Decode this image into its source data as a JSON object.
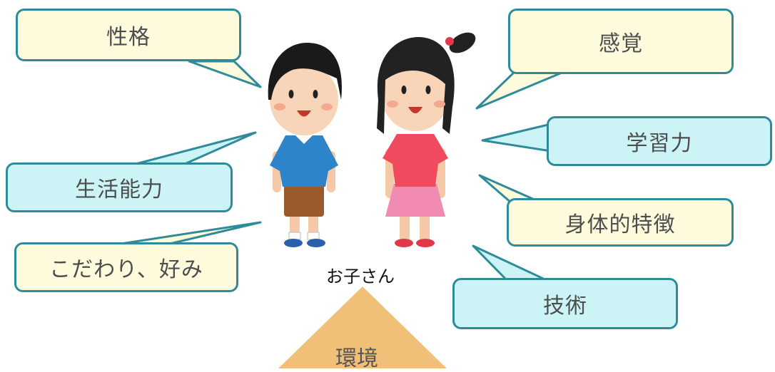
{
  "labels": {
    "personality": "性格",
    "senses": "感覚",
    "learning": "学習力",
    "living": "生活能力",
    "physical": "身体的特徴",
    "preferences": "こだわり、好み",
    "skills": "技術",
    "child": "お子さん",
    "environment": "環境"
  },
  "colors": {
    "bubble_border": "#2e8b9a",
    "bubble_yellow": "#fdfbdc",
    "bubble_cyan": "#ccf4f7",
    "environment_triangle": "#f0c078"
  },
  "illustrations": [
    "boy-illustration",
    "girl-illustration"
  ]
}
